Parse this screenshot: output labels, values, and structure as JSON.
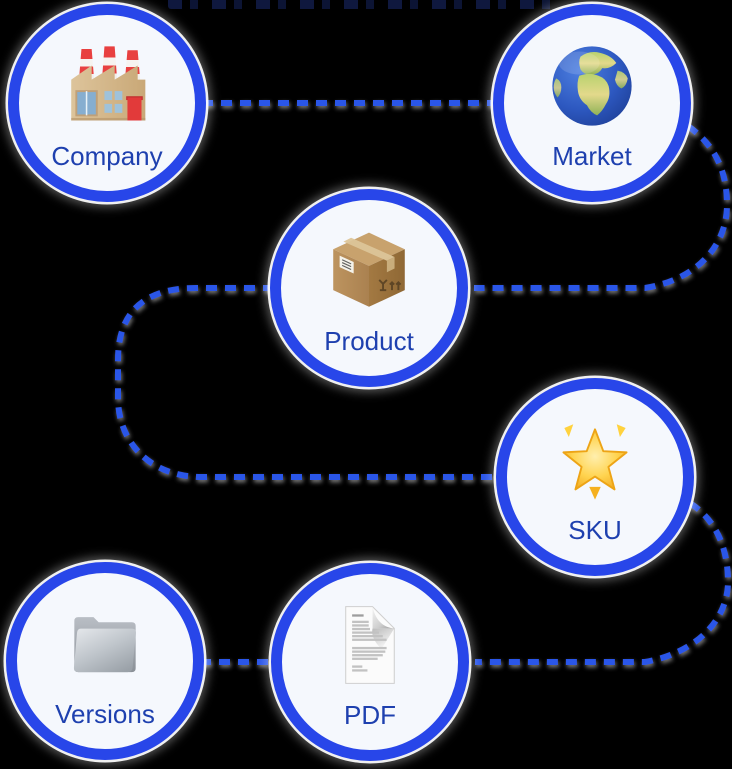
{
  "diagram": {
    "background_color": "#000000",
    "nodes": [
      {
        "id": "company",
        "label": "Company",
        "icon": "factory-icon"
      },
      {
        "id": "market",
        "label": "Market",
        "icon": "globe-icon"
      },
      {
        "id": "product",
        "label": "Product",
        "icon": "package-icon"
      },
      {
        "id": "sku",
        "label": "SKU",
        "icon": "glowing-star-icon"
      },
      {
        "id": "versions",
        "label": "Versions",
        "icon": "folder-icon"
      },
      {
        "id": "pdf",
        "label": "PDF",
        "icon": "document-page-icon"
      }
    ],
    "connections": [
      {
        "from": "company",
        "to": "market",
        "style": "dashed"
      },
      {
        "from": "market",
        "to": "product",
        "style": "dashed"
      },
      {
        "from": "product",
        "to": "sku",
        "style": "dashed"
      },
      {
        "from": "sku",
        "to": "pdf",
        "style": "dashed"
      },
      {
        "from": "pdf",
        "to": "versions",
        "style": "dashed"
      }
    ],
    "colors": {
      "node_border": "#2846e9",
      "node_fill": "#f5f8fd",
      "label_text": "#1e40af",
      "connector": "#2a56e8",
      "connector_shadow": "#7d7d7d"
    }
  }
}
